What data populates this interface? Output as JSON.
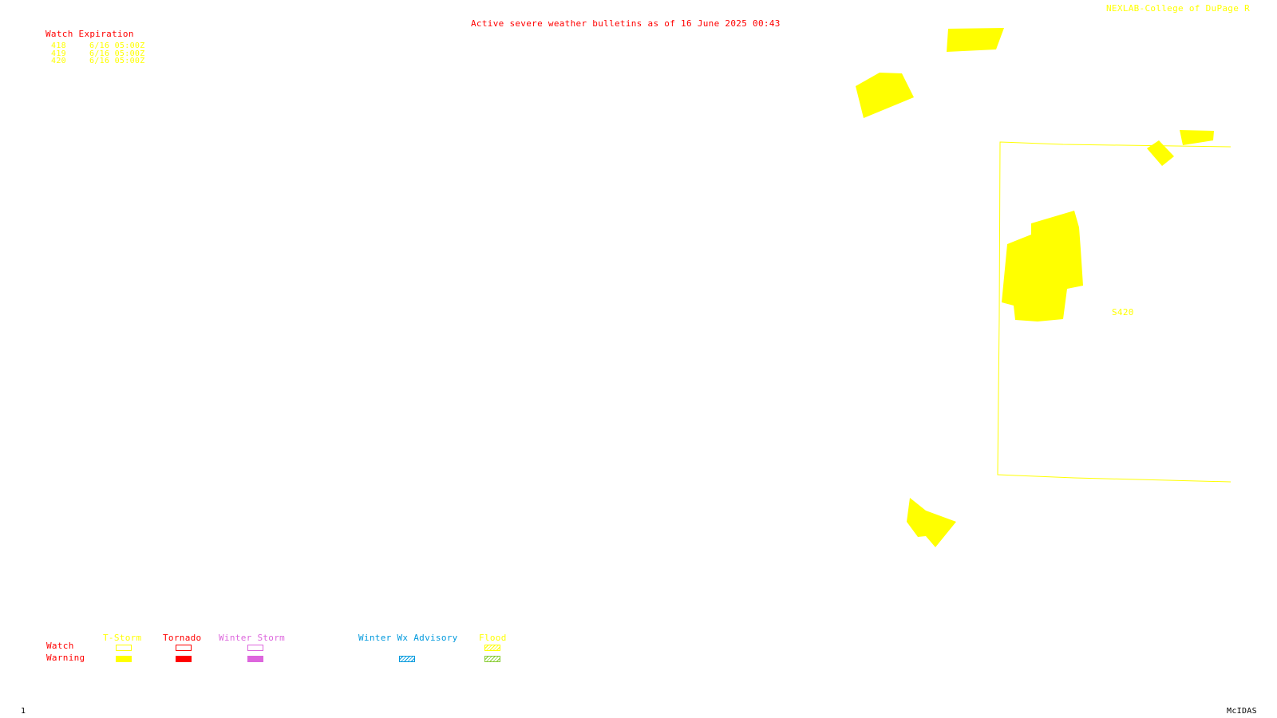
{
  "header": {
    "title": "Active severe weather bulletins as of 16 June 2025 00:43",
    "credit": "NEXLAB-College of DuPage R"
  },
  "watch_expiration": {
    "heading": "Watch Expiration",
    "rows": [
      {
        "number": "418",
        "expires": "6/16 05:00Z"
      },
      {
        "number": "419",
        "expires": "6/16 05:00Z"
      },
      {
        "number": "420",
        "expires": "6/16 05:00Z"
      }
    ]
  },
  "map": {
    "watch_box_label": "S420",
    "colors": {
      "thunderstorm": "#ffff00",
      "tornado": "#ff0000",
      "winter_storm": "#dd66dd",
      "winter_advisory": "#0099dd",
      "flood": "#88cc33"
    }
  },
  "legend": {
    "row_labels": {
      "watch": "Watch",
      "warning": "Warning"
    },
    "categories": [
      {
        "label": "T-Storm",
        "color": "#ffff00"
      },
      {
        "label": "Tornado",
        "color": "#ff0000"
      },
      {
        "label": "Winter Storm",
        "color": "#dd66dd"
      },
      {
        "label": "Winter Wx Advisory",
        "color": "#0099dd"
      },
      {
        "label": "Flood",
        "color": "#ffff00"
      }
    ]
  },
  "footer": {
    "frame_number": "1",
    "software": "McIDAS"
  }
}
